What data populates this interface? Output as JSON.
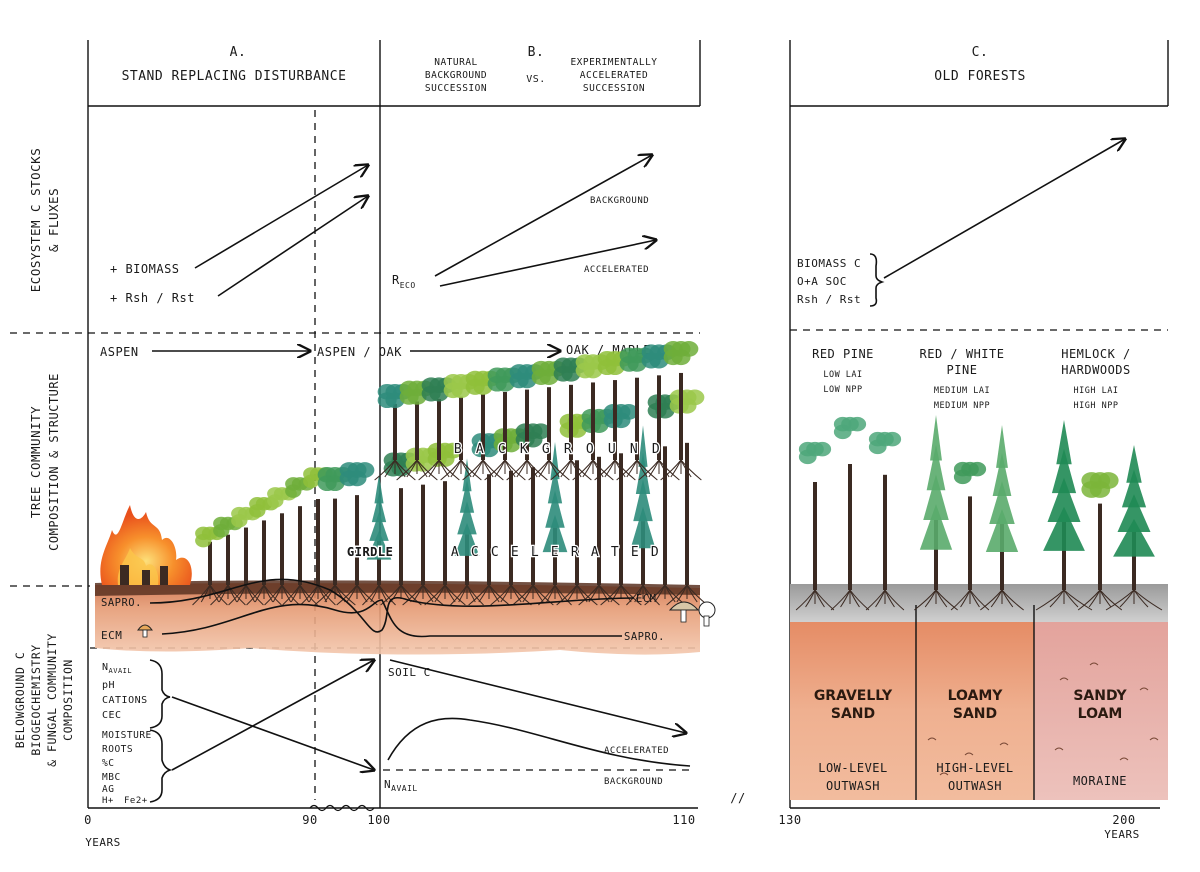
{
  "colors": {
    "soil": "#e8a784",
    "soil_dark": "#d98a63",
    "moraine": "#e9b6b0",
    "leaf_green": "#3f9a5a",
    "leaf_teal": "#2e8c7b",
    "leaf_lime": "#8fbf3a",
    "trunk": "#3b2a22",
    "fire_orange": "#f36a21",
    "fire_yellow": "#fbc02d",
    "grey_ground": "#b8b8b8"
  },
  "headers": {
    "a_letter": "A.",
    "a_title": "STAND REPLACING DISTURBANCE",
    "b_letter": "B.",
    "b_natural": [
      "NATURAL",
      "BACKGROUND",
      "SUCCESSION"
    ],
    "b_vs": "VS.",
    "b_experimental": [
      "EXPERIMENTALLY",
      "ACCELERATED",
      "SUCCESSION"
    ],
    "c_letter": "C.",
    "c_title": "OLD FORESTS"
  },
  "row_labels": {
    "stocks": [
      "ECOSYSTEM C STOCKS",
      "& FLUXES"
    ],
    "tree": [
      "TREE COMMUNITY",
      "COMPOSITION & STRUCTURE"
    ],
    "below": [
      "BELOWGROUND C",
      "BIOGEOCHEMISTRY",
      "& FUNGAL COMMUNITY",
      "COMPOSITION"
    ]
  },
  "stocks": {
    "biomass": "+ BIOMASS",
    "rsh": "+ Rsh / Rst",
    "reco_main": "R",
    "reco_sub": "ECO",
    "background": "BACKGROUND",
    "accelerated": "ACCELERATED",
    "c_items": [
      "BIOMASS C",
      "O+A SOC",
      "Rsh / Rst"
    ]
  },
  "tree": {
    "aspen": "ASPEN",
    "aspen_oak": "ASPEN / OAK",
    "oak_maple": "OAK / MAPLE",
    "background_letters": [
      "B",
      "A",
      "C",
      "K",
      "G",
      "R",
      "O",
      "U",
      "N",
      "D"
    ],
    "girdle": "GIRDLE",
    "accelerated_letters": [
      "A",
      "C",
      "C",
      "E",
      "L",
      "E",
      "R",
      "A",
      "T",
      "E",
      "D"
    ],
    "c_stands": [
      {
        "name": [
          "RED PINE"
        ],
        "lai": "LOW LAI",
        "npp": "LOW NPP"
      },
      {
        "name": [
          "RED / WHITE",
          "PINE"
        ],
        "lai": "MEDIUM LAI",
        "npp": "MEDIUM NPP"
      },
      {
        "name": [
          "HEMLOCK /",
          "HARDWOODS"
        ],
        "lai": "HIGH LAI",
        "npp": "HIGH NPP"
      }
    ]
  },
  "fungi": {
    "sapro_left": "SAPRO.",
    "ecm_left": "ECM",
    "ecm_right": "ECM",
    "sapro_right": "SAPRO."
  },
  "below": {
    "left_group1": [
      "N",
      "pH",
      "CATIONS",
      "CEC"
    ],
    "left_n_sub": "AVAIL",
    "left_group2": [
      "MOISTURE",
      "ROOTS",
      "%C",
      "MBC",
      "AG",
      "H+",
      "Fe2+"
    ],
    "soil_c": "SOIL C",
    "accelerated": "ACCELERATED",
    "background": "BACKGROUND",
    "navail_main": "N",
    "navail_sub": "AVAIL"
  },
  "soils": [
    {
      "texture": [
        "GRAVELLY",
        "SAND"
      ],
      "parent": [
        "LOW-LEVEL",
        "OUTWASH"
      ]
    },
    {
      "texture": [
        "LOAMY",
        "SAND"
      ],
      "parent": [
        "HIGH-LEVEL",
        "OUTWASH"
      ]
    },
    {
      "texture": [
        "SANDY",
        "LOAM"
      ],
      "parent": [
        "MORAINE"
      ]
    }
  ],
  "axis": {
    "ticks": [
      "0",
      "90",
      "100",
      "110",
      "130",
      "200"
    ],
    "break_mark": "//",
    "unit_left": "YEARS",
    "unit_right": "YEARS"
  }
}
